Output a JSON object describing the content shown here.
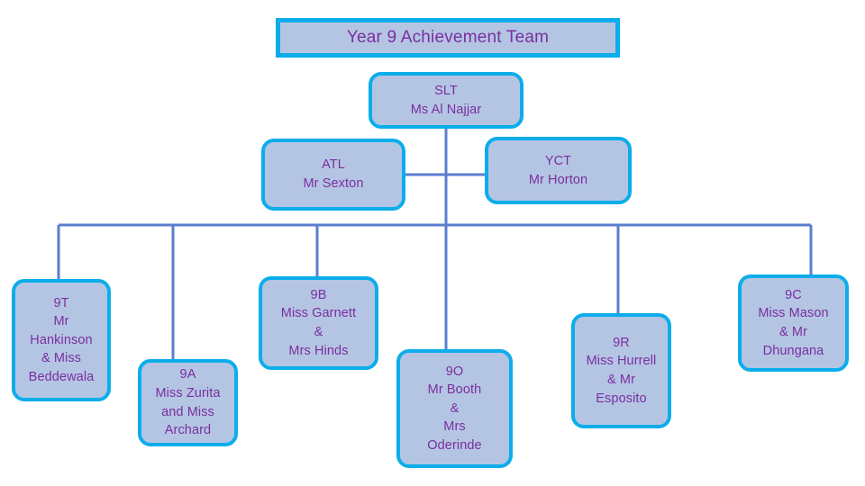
{
  "title_banner": {
    "label": "Year 9 Achievement Team"
  },
  "colors": {
    "node_fill": "#b4c5e4",
    "node_border": "#0cadea",
    "text": "#7a2f9e",
    "connector": "#5a7fd0",
    "background": "#ffffff"
  },
  "chart_data": {
    "type": "diagram",
    "diagram_type": "organization-chart",
    "title": "Year 9 Achievement Team",
    "nodes": [
      {
        "id": "slt",
        "role": "SLT",
        "person": "Ms Al Najjar",
        "text": "SLT\nMs Al Najjar",
        "level": 1
      },
      {
        "id": "atl",
        "role": "ATL",
        "person": "Mr Sexton",
        "text": "ATL\nMr Sexton",
        "level": 2
      },
      {
        "id": "yct",
        "role": "YCT",
        "person": "Mr Horton",
        "text": "YCT\nMr Horton",
        "level": 2
      },
      {
        "id": "9t",
        "role": "9T",
        "person": "Mr Hankinson & Miss Beddewala",
        "text": "9T\nMr\nHankinson\n& Miss\nBeddewala",
        "level": 3
      },
      {
        "id": "9a",
        "role": "9A",
        "person": "Miss Zurita and Miss Archard",
        "text": "9A\nMiss Zurita\nand Miss\nArchard",
        "level": 3
      },
      {
        "id": "9b",
        "role": "9B",
        "person": "Miss Garnett & Mrs Hinds",
        "text": "9B\nMiss Garnett\n&\nMrs Hinds",
        "level": 3
      },
      {
        "id": "9o",
        "role": "9O",
        "person": "Mr Booth & Mrs Oderinde",
        "text": "9O\nMr Booth\n&\nMrs\nOderinde",
        "level": 3
      },
      {
        "id": "9r",
        "role": "9R",
        "person": "Miss Hurrell & Mr Esposito",
        "text": "9R\nMiss Hurrell\n& Mr\nEsposito",
        "level": 3
      },
      {
        "id": "9c",
        "role": "9C",
        "person": "Miss Mason & Mr Dhungana",
        "text": "9C\nMiss Mason\n& Mr\nDhungana",
        "level": 3
      }
    ],
    "edges": [
      {
        "from": "slt",
        "to": "atl"
      },
      {
        "from": "slt",
        "to": "yct"
      },
      {
        "from": "slt",
        "to": "9t"
      },
      {
        "from": "slt",
        "to": "9a"
      },
      {
        "from": "slt",
        "to": "9b"
      },
      {
        "from": "slt",
        "to": "9o"
      },
      {
        "from": "slt",
        "to": "9r"
      },
      {
        "from": "slt",
        "to": "9c"
      }
    ]
  }
}
